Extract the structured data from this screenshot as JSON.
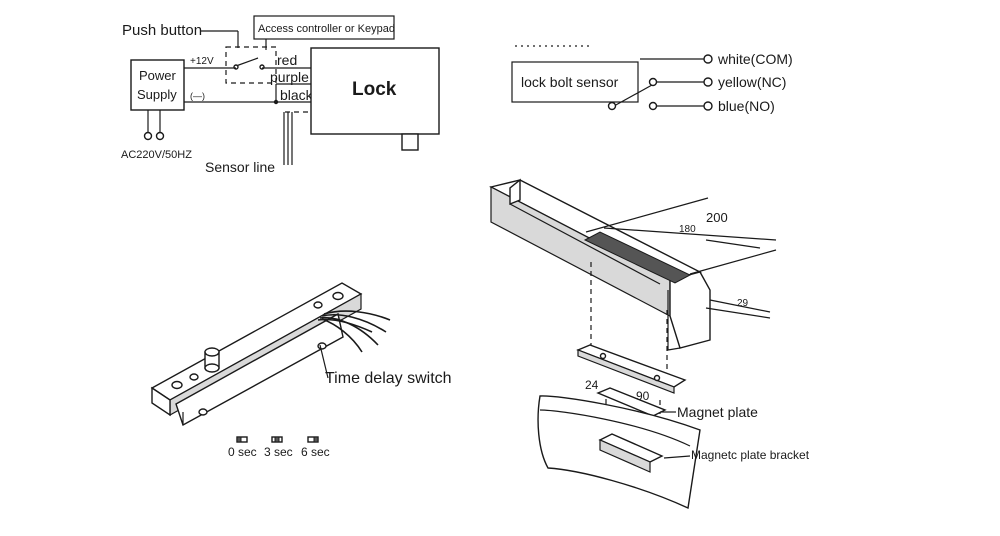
{
  "wiring": {
    "push_button": "Push button",
    "access_controller": "Access controller or Keypad",
    "power_supply_line1": "Power",
    "power_supply_line2": "Supply",
    "plus12v": "+12V",
    "minus": "(—)",
    "red": "red",
    "purple": "purple",
    "black": "black",
    "lock": "Lock",
    "ac": "AC220V/50HZ",
    "sensor_line": "Sensor line"
  },
  "sensor": {
    "label": "lock bolt sensor",
    "com": "white(COM)",
    "nc": "yellow(NC)",
    "no": "blue(NO)"
  },
  "bolt": {
    "time_delay_switch": "Time delay switch",
    "settings": [
      "0 sec",
      "3 sec",
      "6 sec"
    ]
  },
  "mount": {
    "dim_180": "180",
    "dim_200": "200",
    "dim_29": "29",
    "dim_24": "24",
    "dim_90": "90",
    "magnet_plate": "Magnet plate",
    "magnet_bracket": "Magnetc plate bracket"
  }
}
